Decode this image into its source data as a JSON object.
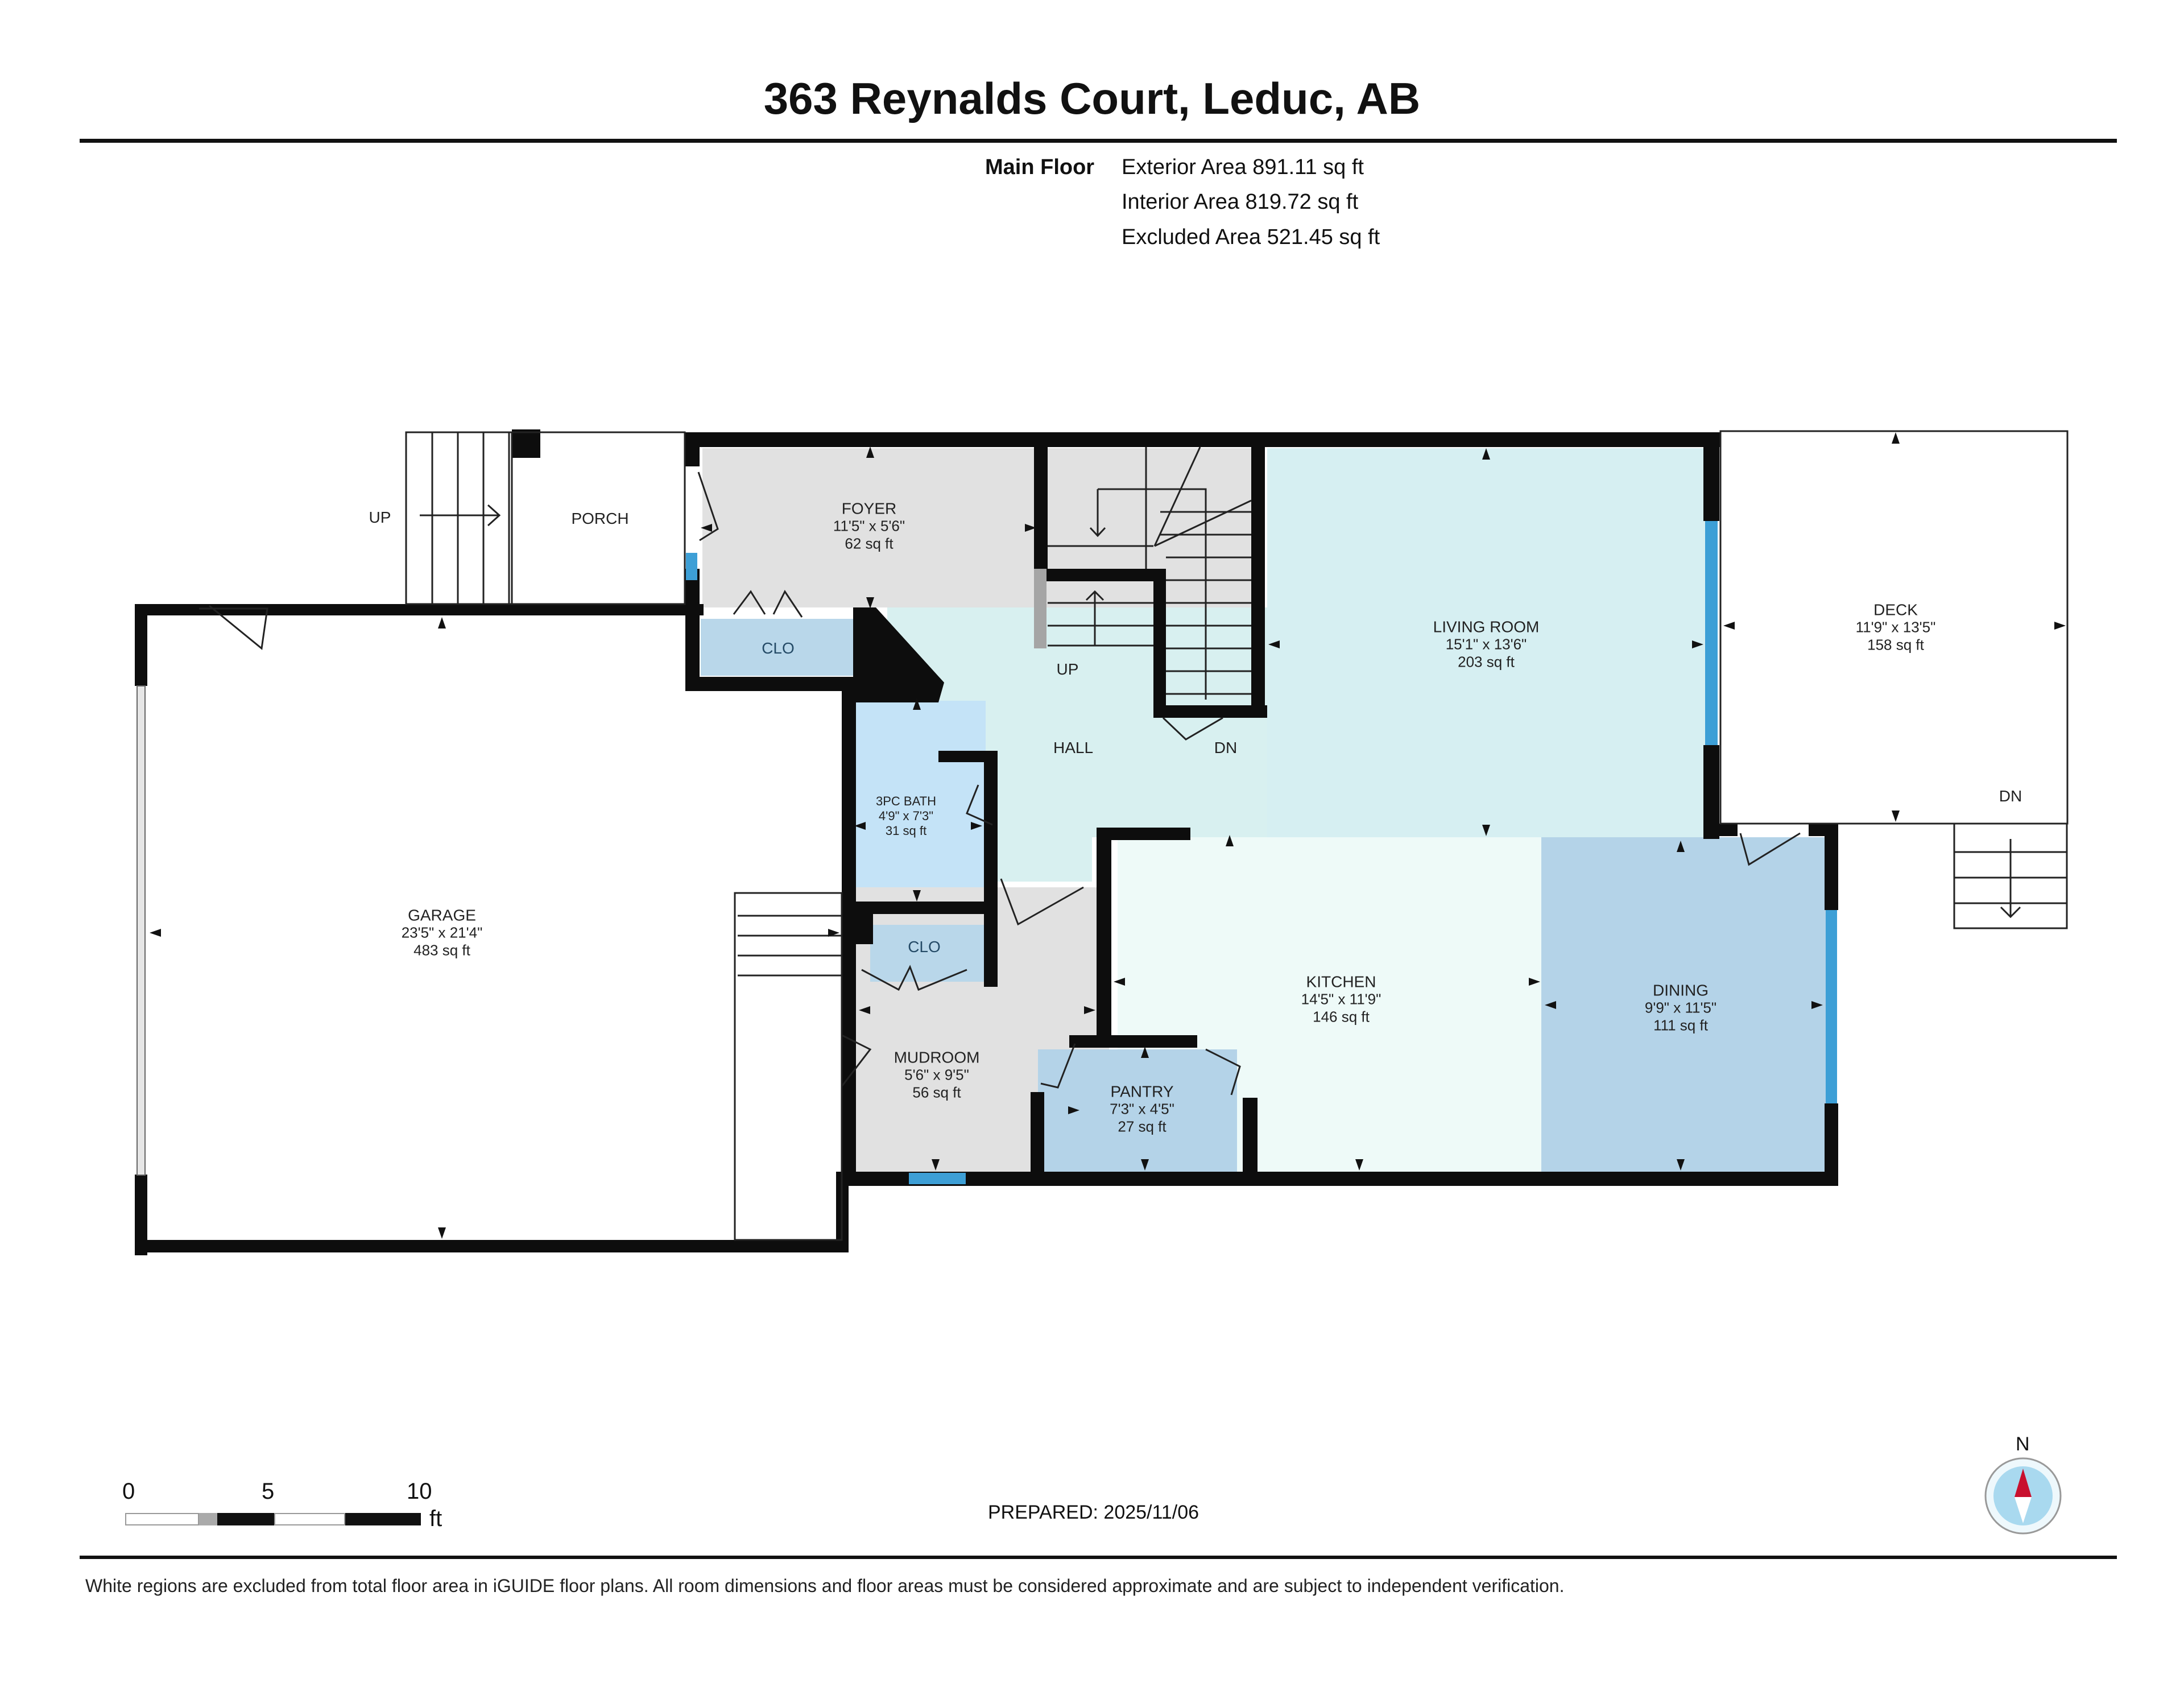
{
  "header": {
    "title": "363 Reynalds Court, Leduc, AB",
    "floor_label": "Main Floor",
    "areas": [
      "Exterior Area 891.11 sq ft",
      "Interior Area 819.72 sq ft",
      "Excluded Area 521.45 sq ft"
    ]
  },
  "rooms": {
    "foyer": {
      "name": "FOYER",
      "dims": "11'5\" x 5'6\"",
      "area": "62 sq ft"
    },
    "living": {
      "name": "LIVING ROOM",
      "dims": "15'1\" x 13'6\"",
      "area": "203 sq ft"
    },
    "deck": {
      "name": "DECK",
      "dims": "11'9\" x 13'5\"",
      "area": "158 sq ft"
    },
    "garage": {
      "name": "GARAGE",
      "dims": "23'5\" x 21'4\"",
      "area": "483 sq ft"
    },
    "bath": {
      "name": "3PC BATH",
      "dims": "4'9\" x 7'3\"",
      "area": "31 sq ft"
    },
    "kitchen": {
      "name": "KITCHEN",
      "dims": "14'5\" x 11'9\"",
      "area": "146 sq ft"
    },
    "dining": {
      "name": "DINING",
      "dims": "9'9\" x 11'5\"",
      "area": "111 sq ft"
    },
    "mudroom": {
      "name": "MUDROOM",
      "dims": "5'6\" x 9'5\"",
      "area": "56 sq ft"
    },
    "pantry": {
      "name": "PANTRY",
      "dims": "7'3\" x 4'5\"",
      "area": "27 sq ft"
    },
    "hall": {
      "name": "HALL"
    },
    "porch": {
      "name": "PORCH"
    },
    "clo_foyer": {
      "name": "CLO"
    },
    "clo_mud": {
      "name": "CLO"
    }
  },
  "stair_labels": {
    "porch_up": "UP",
    "hall_up": "UP",
    "hall_dn": "DN",
    "deck_dn": "DN"
  },
  "colors": {
    "grey_room": "#e1e1e1",
    "hall_teal": "#d8f0f0",
    "living_teal": "#d6eff2",
    "kitchen": "#eefaf8",
    "closet_blue": "#b9d7ea",
    "bath_blue": "#c4e3f7",
    "dining_blue": "#b4d3e8",
    "window_blue": "#3d9fd6",
    "wall": "#0d0d0d"
  },
  "scale_bar": {
    "ticks": [
      "0",
      "5",
      "10"
    ],
    "unit": "ft"
  },
  "compass": {
    "label": "N"
  },
  "footer": {
    "prepared": "PREPARED: 2025/11/06",
    "disclaimer": "White regions are excluded from total floor area in iGUIDE floor plans. All room dimensions and floor areas must be considered approximate and are subject to independent verification."
  }
}
